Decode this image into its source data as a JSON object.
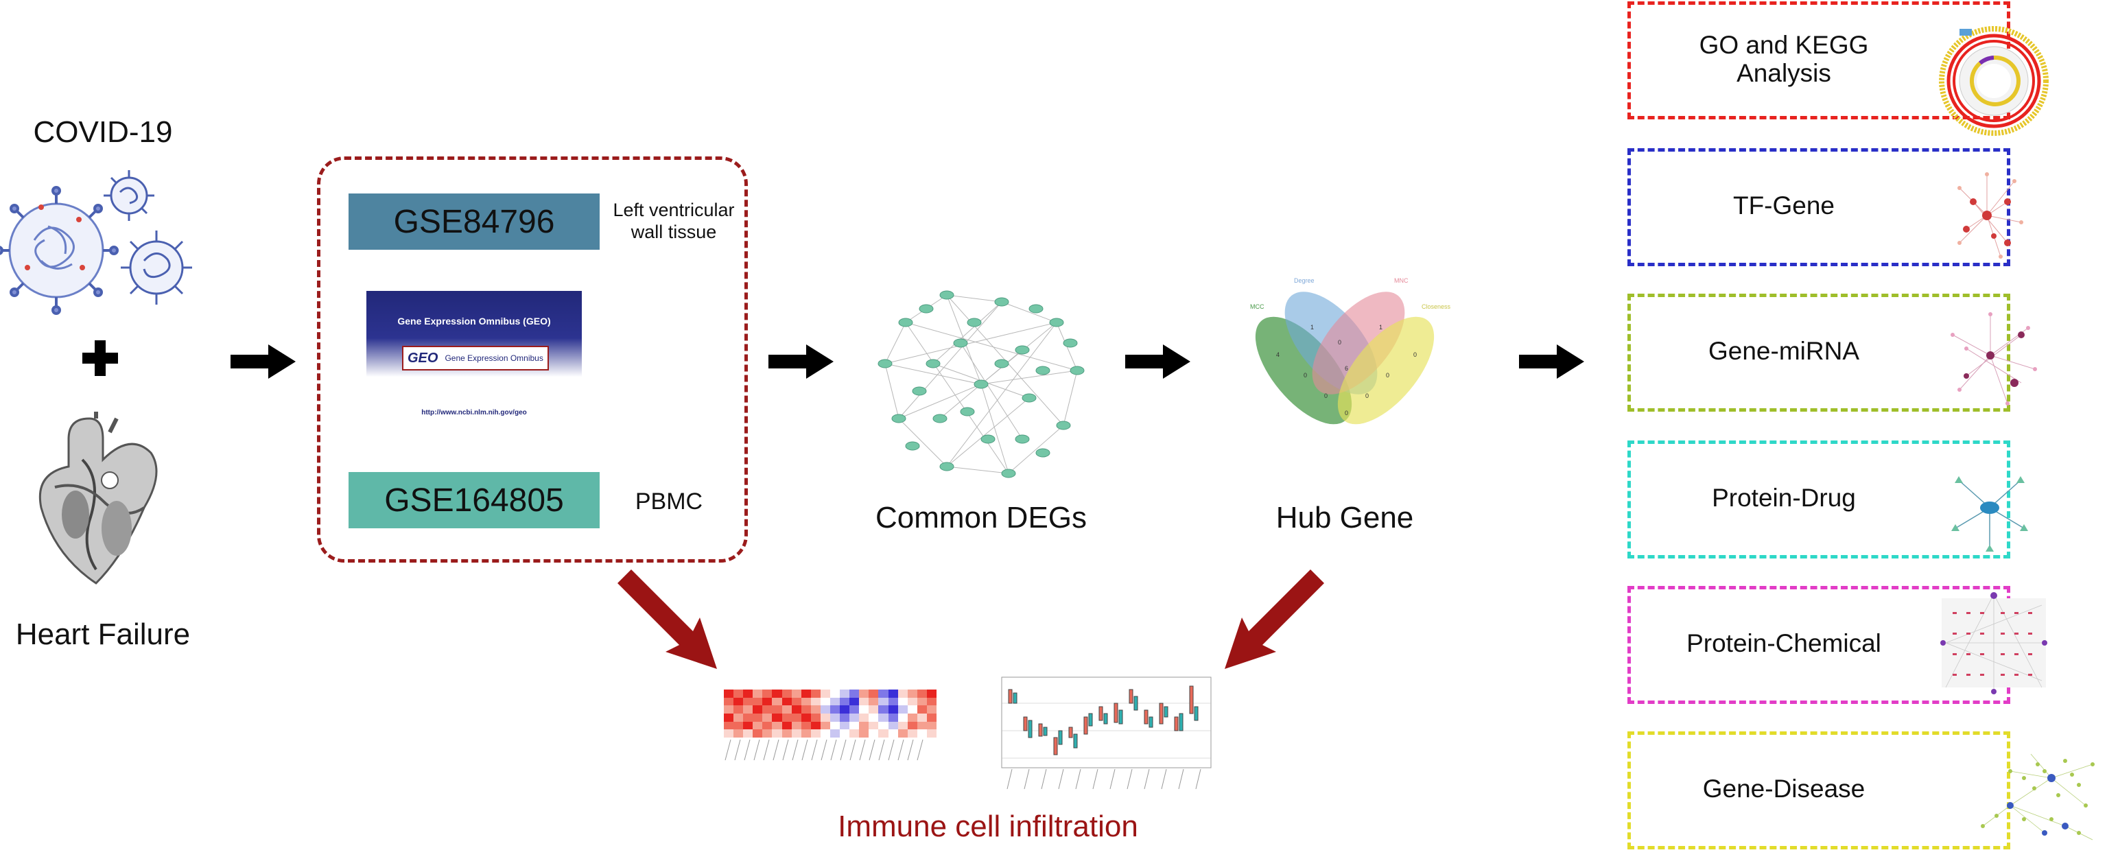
{
  "left": {
    "top_label": "COVID-19",
    "bottom_label": "Heart Failure",
    "plus_symbol": "+"
  },
  "datasets": {
    "gse1": {
      "id": "GSE84796",
      "desc_line1": "Left ventricular",
      "desc_line2": "wall tissue",
      "color": "#4e84a0"
    },
    "geo": {
      "title": "Gene Expression Omnibus (GEO)",
      "logo_text": "GEO",
      "logo_subtitle": "Gene Expression Omnibus",
      "url": "http://www.ncbi.nlm.nih.gov/geo"
    },
    "gse2": {
      "id": "GSE164805",
      "desc": "PBMC",
      "color": "#5fb8a8"
    }
  },
  "middle": {
    "common_degs_label": "Common DEGs",
    "hub_gene_label": "Hub Gene",
    "immune_label": "Immune cell infiltration",
    "venn_labels": [
      "Degree",
      "MNC",
      "MCC",
      "Closeness"
    ]
  },
  "panels": [
    {
      "label_line1": "GO and KEGG",
      "label_line2": "Analysis",
      "color": "#e8231f"
    },
    {
      "label_line1": "TF-Gene",
      "label_line2": "",
      "color": "#2a2fc7"
    },
    {
      "label_line1": "Gene-miRNA",
      "label_line2": "",
      "color": "#9fbe2a"
    },
    {
      "label_line1": "Protein-Drug",
      "label_line2": "",
      "color": "#2ed8c8"
    },
    {
      "label_line1": "Protein-Chemical",
      "label_line2": "",
      "color": "#e23cc7"
    },
    {
      "label_line1": "Gene-Disease",
      "label_line2": "",
      "color": "#e2dc2a"
    }
  ],
  "colors": {
    "dataset_frame": "#9b1c1c",
    "red_arrow": "#9b1414",
    "black_arrow": "#000000",
    "network_node": "#74c6a6",
    "immune_text": "#9b1414"
  },
  "icons": [
    "virus-icon",
    "heart-icon",
    "arrow-right-icon",
    "arrow-diagonal-icon"
  ]
}
